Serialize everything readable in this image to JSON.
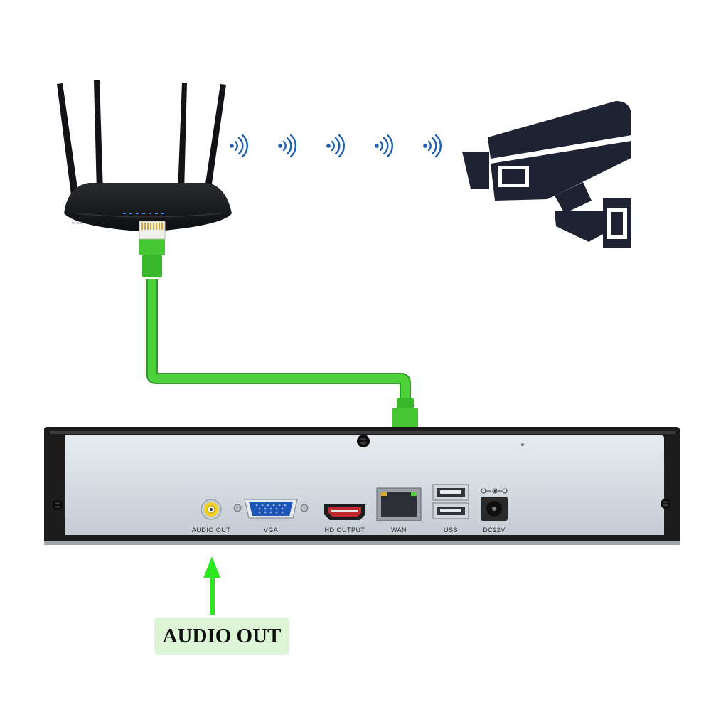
{
  "router": {
    "brand": "Tenda"
  },
  "nvr": {
    "ports": [
      {
        "id": "audio",
        "label": "AUDIO OUT"
      },
      {
        "id": "vga",
        "label": "VGA"
      },
      {
        "id": "hdmi",
        "label": "HD OUTPUT"
      },
      {
        "id": "wan",
        "label": "WAN"
      },
      {
        "id": "usb",
        "label": "USB"
      },
      {
        "id": "dc",
        "label": "DC12V"
      }
    ]
  },
  "callout": {
    "label": "AUDIO OUT"
  },
  "colors": {
    "cable": "#4cd13a",
    "cable_dark": "#2f9b26",
    "arrow": "#2ee81f",
    "callout_bg": "#dcf5d4",
    "camera": "#1f2233",
    "nvr_panel": "#d3dae2",
    "nvr_frame": "#1c1c1c"
  },
  "icons": [
    "wifi-signal-icon",
    "security-camera-icon",
    "router-icon",
    "up-arrow-icon"
  ]
}
